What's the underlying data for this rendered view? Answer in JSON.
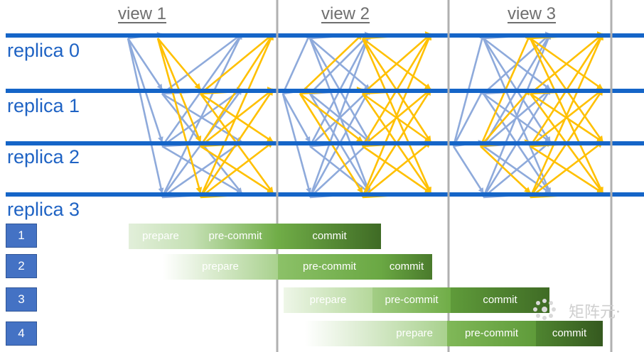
{
  "views": [
    {
      "label": "view 1"
    },
    {
      "label": "view 2"
    },
    {
      "label": "view 3"
    }
  ],
  "replicas": [
    {
      "label": "replica 0"
    },
    {
      "label": "replica 1"
    },
    {
      "label": "replica 2"
    },
    {
      "label": "replica 3"
    }
  ],
  "steps": [
    {
      "badge": "1",
      "phases": [
        "prepare",
        "pre-commit",
        "commit"
      ]
    },
    {
      "badge": "2",
      "phases": [
        "prepare",
        "pre-commit",
        "commit"
      ]
    },
    {
      "badge": "3",
      "phases": [
        "prepare",
        "pre-commit",
        "commit"
      ]
    },
    {
      "badge": "4",
      "phases": [
        "prepare",
        "pre-commit",
        "commit"
      ]
    }
  ],
  "watermark": {
    "text": "矩阵元·"
  },
  "colors": {
    "replica_line": "#1565c8",
    "view_divider": "#b0b0b0",
    "message_blue": "#8eaadb",
    "message_gold": "#ffc000",
    "badge": "#4472c4",
    "phase_light": "#a9d18e",
    "phase_mid": "#70ad47",
    "phase_dark": "#548235"
  }
}
